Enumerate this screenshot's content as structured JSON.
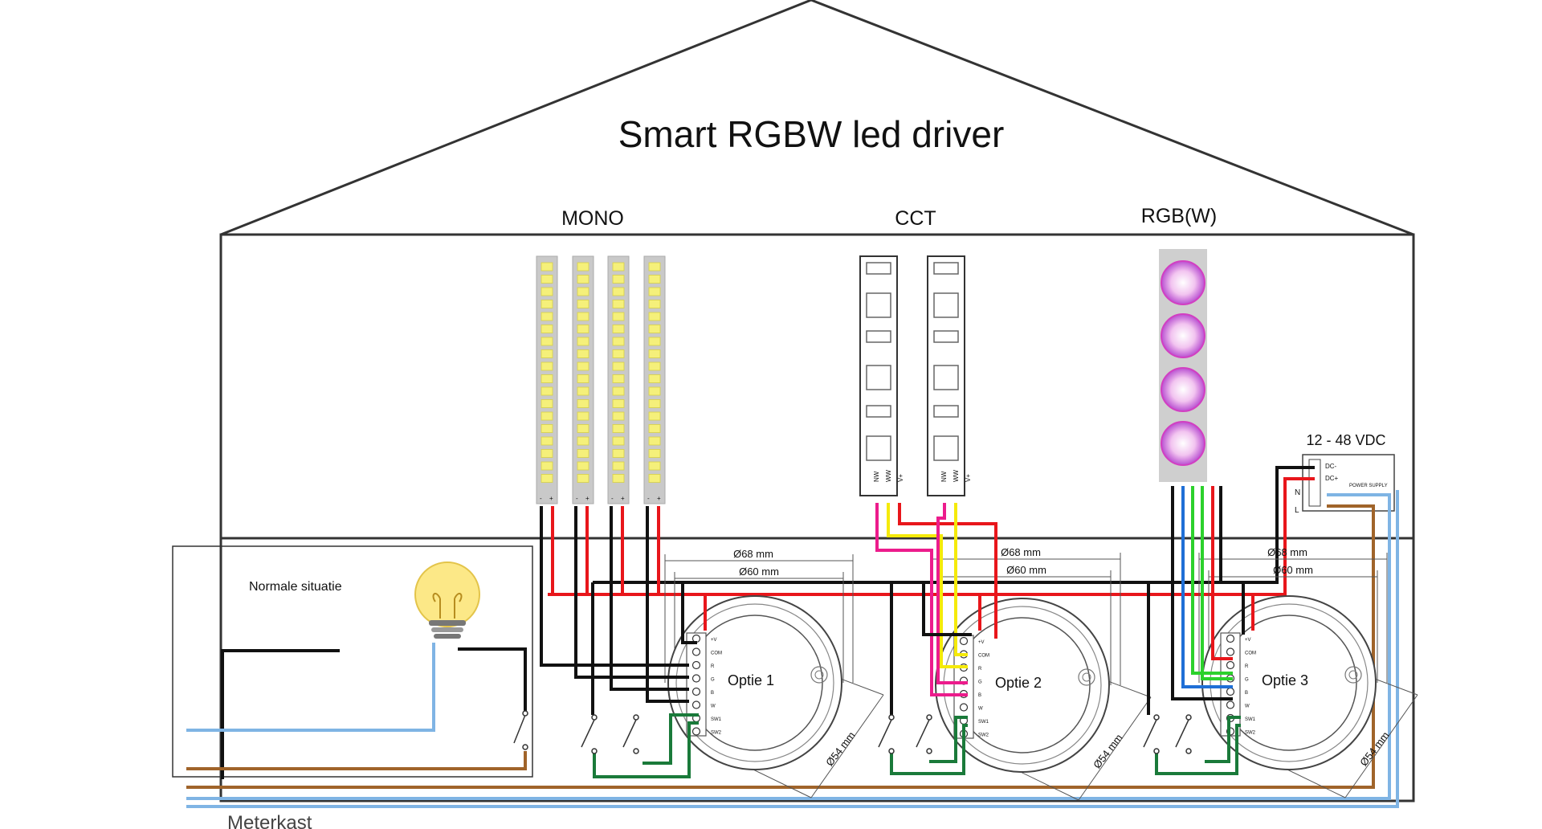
{
  "diagram": {
    "title": "Smart RGBW led driver",
    "categories": {
      "mono": "MONO",
      "cct": "CCT",
      "rgbw": "RGB(W)"
    },
    "inset_label": "Normale situatie",
    "meter_label": "Meterkast",
    "power_supply": {
      "voltage": "12 - 48 VDC",
      "terminals": [
        "DC-",
        "DC+",
        "N",
        "L"
      ],
      "caption": "POWER SUPPLY"
    },
    "options": [
      "Optie 1",
      "Optie 2",
      "Optie 3"
    ],
    "dimensions": {
      "outer": "Ø68 mm",
      "inner": "Ø60 mm",
      "diag": "Ø54 mm"
    },
    "module_terminals": [
      "+V",
      "COM",
      "R",
      "G",
      "B",
      "W",
      "SW1",
      "SW2"
    ],
    "strip_labels": {
      "mono": [
        "-",
        "+"
      ],
      "cct": [
        "NW",
        "WW",
        "V+"
      ]
    },
    "colors": {
      "red": "#e8161b",
      "black": "#111111",
      "green": "#1a7a3a",
      "blue": "#7fb4e4",
      "brown": "#a0642a",
      "pink": "#ec1c8c",
      "yellow": "#f5ea0a",
      "rgb_green": "#2cd12c",
      "rgb_blue": "#1f6fd6"
    }
  }
}
